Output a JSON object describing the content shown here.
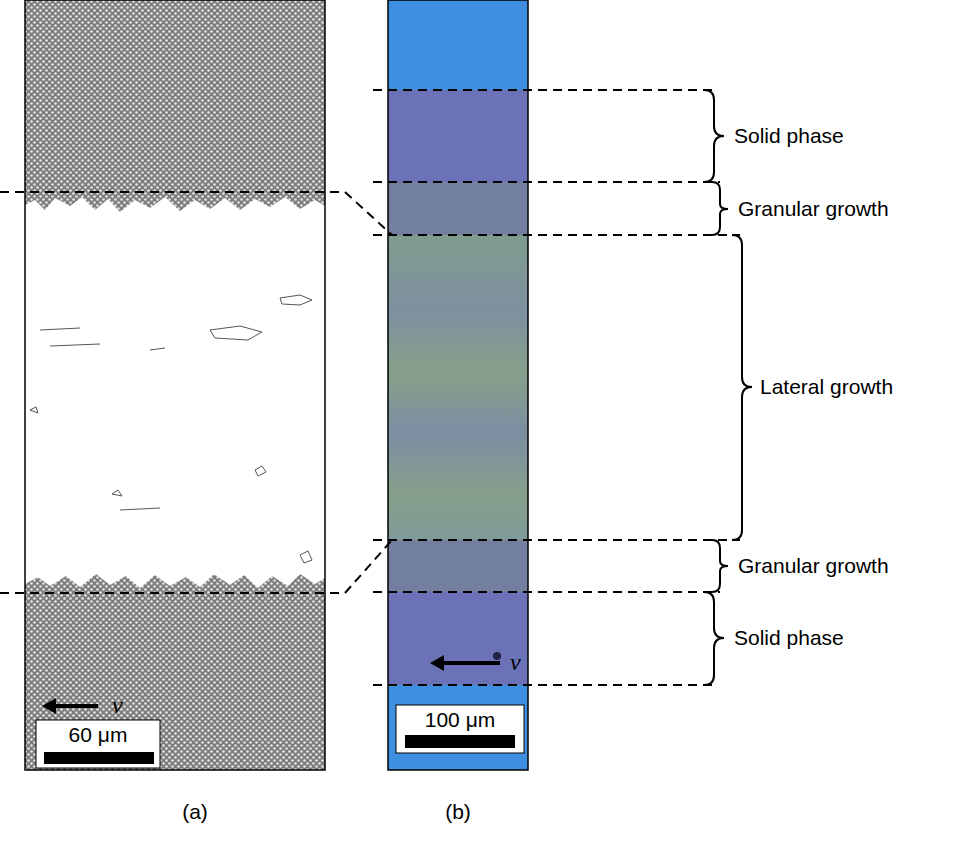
{
  "diagram": {
    "labels": [
      "Solid phase",
      "Granular growth",
      "Lateral growth",
      "Granular growth",
      "Solid phase",
      "v",
      "60 μm",
      "(a)",
      "v",
      "100 μm",
      "(b)"
    ]
  }
}
